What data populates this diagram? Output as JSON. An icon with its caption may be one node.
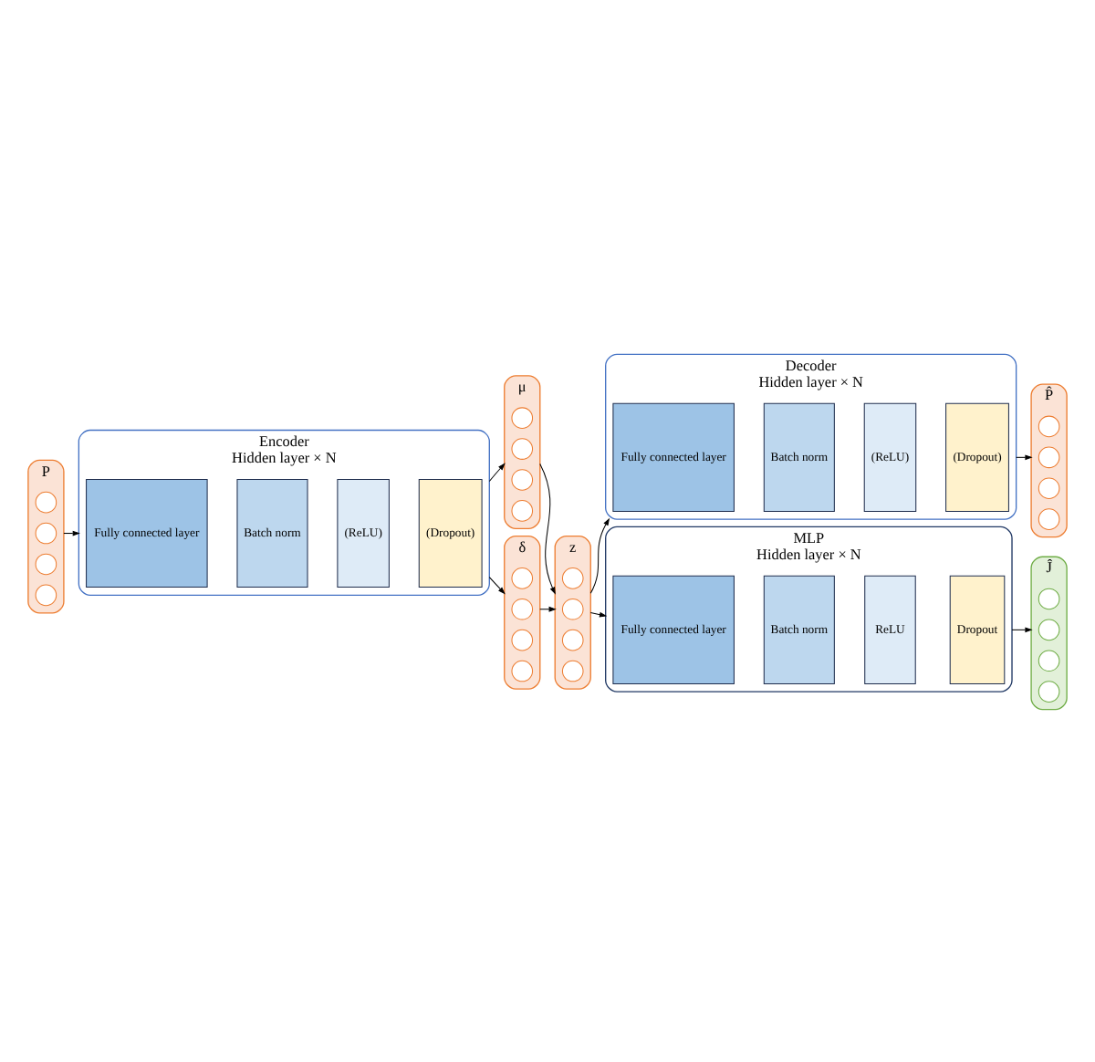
{
  "diagram": {
    "nodes": [
      {
        "text": [
          "P"
        ]
      },
      {
        "text": [],
        "shape": "circle",
        "in": 0
      },
      {
        "text": [],
        "shape": "circle",
        "in": 0
      },
      {
        "text": [],
        "shape": "circle",
        "in": 0
      },
      {
        "text": [],
        "shape": "circle",
        "in": 0
      },
      {
        "text": [
          "Encoder",
          "Hidden layer × N"
        ]
      },
      {
        "text": [
          "Fully connected layer"
        ],
        "in": 5
      },
      {
        "text": [
          "Batch norm"
        ],
        "in": 5
      },
      {
        "text": [
          "(ReLU)"
        ],
        "in": 5
      },
      {
        "text": [
          "(Dropout)"
        ],
        "in": 5
      },
      {
        "text": [
          "μ"
        ]
      },
      {
        "text": [],
        "shape": "circle",
        "in": 10
      },
      {
        "text": [],
        "shape": "circle",
        "in": 10
      },
      {
        "text": [],
        "shape": "circle",
        "in": 10
      },
      {
        "text": [],
        "shape": "circle",
        "in": 10
      },
      {
        "text": [
          "δ"
        ]
      },
      {
        "text": [],
        "shape": "circle",
        "in": 15
      },
      {
        "text": [],
        "shape": "circle",
        "in": 15
      },
      {
        "text": [],
        "shape": "circle",
        "in": 15
      },
      {
        "text": [],
        "shape": "circle",
        "in": 15
      },
      {
        "text": [
          "z"
        ]
      },
      {
        "text": [],
        "shape": "circle",
        "in": 20
      },
      {
        "text": [],
        "shape": "circle",
        "in": 20
      },
      {
        "text": [],
        "shape": "circle",
        "in": 20
      },
      {
        "text": [],
        "shape": "circle",
        "in": 20
      },
      {
        "text": [
          "Decoder",
          "Hidden layer × N"
        ]
      },
      {
        "text": [
          "Fully connected layer"
        ],
        "in": 25
      },
      {
        "text": [
          "Batch norm"
        ],
        "in": 25
      },
      {
        "text": [
          "(ReLU)"
        ],
        "in": 25
      },
      {
        "text": [
          "(Dropout)"
        ],
        "in": 25
      },
      {
        "text": [
          "P̂"
        ]
      },
      {
        "text": [],
        "shape": "circle",
        "in": 30
      },
      {
        "text": [],
        "shape": "circle",
        "in": 30
      },
      {
        "text": [],
        "shape": "circle",
        "in": 30
      },
      {
        "text": [],
        "shape": "circle",
        "in": 30
      },
      {
        "text": [
          "MLP",
          "Hidden layer × N"
        ]
      },
      {
        "text": [
          "Fully connected layer"
        ],
        "in": 35
      },
      {
        "text": [
          "Batch norm"
        ],
        "in": 35
      },
      {
        "text": [
          "ReLU"
        ],
        "in": 35
      },
      {
        "text": [
          "Dropout"
        ],
        "in": 35
      },
      {
        "text": [
          "Ĵ"
        ]
      },
      {
        "text": [],
        "shape": "circle",
        "in": 40
      },
      {
        "text": [],
        "shape": "circle",
        "in": 40
      },
      {
        "text": [],
        "shape": "circle",
        "in": 40
      },
      {
        "text": [],
        "shape": "circle",
        "in": 40
      }
    ],
    "edges": [
      {
        "from": 0,
        "to": 5,
        "arrow": "to"
      },
      {
        "from": 5,
        "to": 10,
        "arrow": "to"
      },
      {
        "from": 5,
        "to": 15,
        "arrow": "to"
      },
      {
        "from": 10,
        "to": 20,
        "arrow": "to"
      },
      {
        "from": 15,
        "to": 20,
        "arrow": "to"
      },
      {
        "from": 20,
        "to": 25,
        "arrow": "to"
      },
      {
        "from": 25,
        "to": 30,
        "arrow": "to"
      },
      {
        "from": 20,
        "to": 35,
        "arrow": "to"
      },
      {
        "from": 35,
        "to": 40,
        "arrow": "to"
      }
    ]
  }
}
